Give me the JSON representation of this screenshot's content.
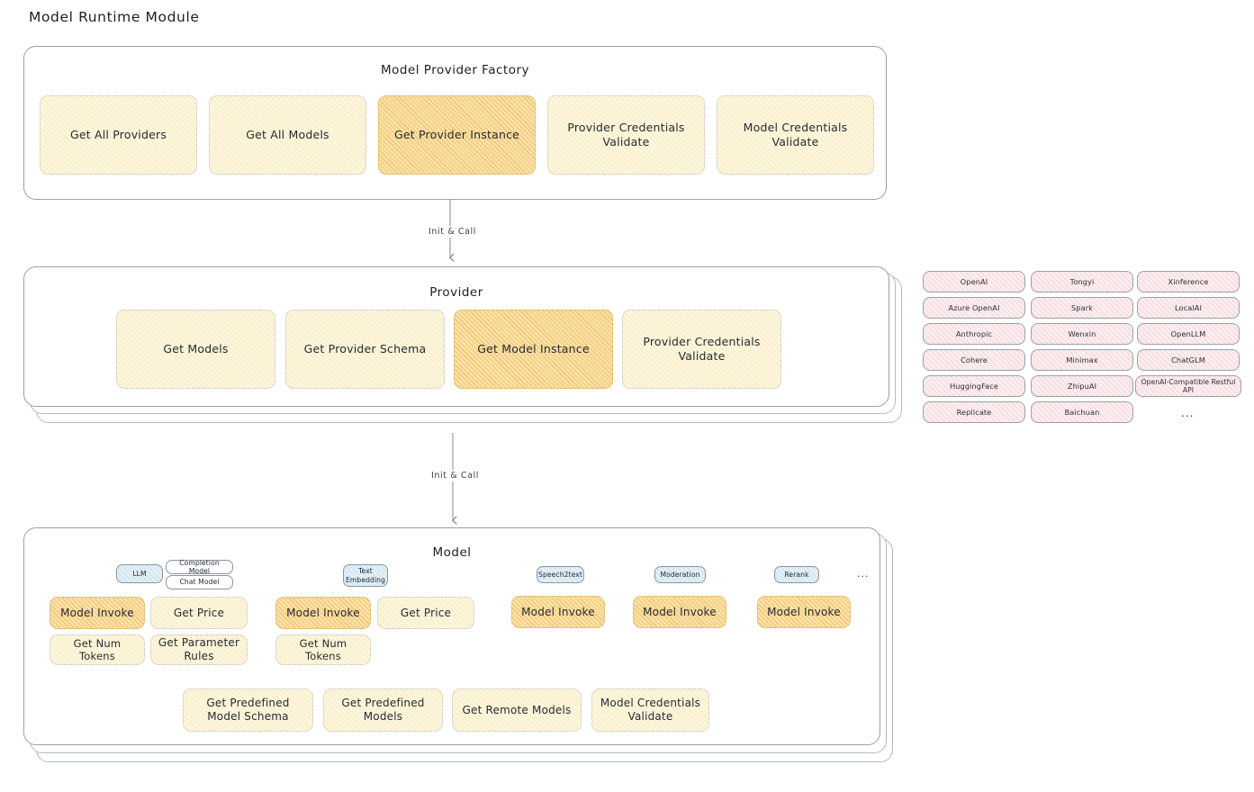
{
  "title": "Model Runtime Module",
  "arrows": [
    {
      "label": "Init & Call"
    },
    {
      "label": "Init & Call"
    }
  ],
  "factory": {
    "title": "Model Provider Factory",
    "nodes": [
      {
        "label": "Get All Providers",
        "highlight": false
      },
      {
        "label": "Get All Models",
        "highlight": false
      },
      {
        "label": "Get Provider Instance",
        "highlight": true
      },
      {
        "label": "Provider Credentials Validate",
        "highlight": false
      },
      {
        "label": "Model Credentials Validate",
        "highlight": false
      }
    ]
  },
  "provider": {
    "title": "Provider",
    "nodes": [
      {
        "label": "Get Models",
        "highlight": false
      },
      {
        "label": "Get Provider Schema",
        "highlight": false
      },
      {
        "label": "Get Model Instance",
        "highlight": true
      },
      {
        "label": "Provider Credentials Validate",
        "highlight": false
      }
    ]
  },
  "provider_list": {
    "columns": [
      [
        "OpenAI",
        "Azure OpenAI",
        "Anthropic",
        "Cohere",
        "HuggingFace",
        "Replicate"
      ],
      [
        "Tongyi",
        "Spark",
        "Wenxin",
        "Minimax",
        "ZhipuAI",
        "Baichuan"
      ],
      [
        "Xinference",
        "LocalAI",
        "OpenLLM",
        "ChatGLM",
        "OpenAI-Compatible Restful API"
      ]
    ],
    "more": "..."
  },
  "model": {
    "title": "Model",
    "more": "...",
    "types": [
      {
        "badge": "LLM",
        "sub_badges": [
          "Completion Model",
          "Chat Model"
        ],
        "ops": [
          "Model Invoke",
          "Get Price",
          "Get Num Tokens",
          "Get Parameter Rules"
        ]
      },
      {
        "badge": "Text Embedding",
        "sub_badges": [],
        "ops": [
          "Model Invoke",
          "Get Price",
          "Get Num Tokens"
        ]
      },
      {
        "badge": "Speech2text",
        "sub_badges": [],
        "ops": [
          "Model Invoke"
        ]
      },
      {
        "badge": "Moderation",
        "sub_badges": [],
        "ops": [
          "Model Invoke"
        ]
      },
      {
        "badge": "Rerank",
        "sub_badges": [],
        "ops": [
          "Model Invoke"
        ]
      }
    ],
    "common_ops": [
      "Get Predefined Model Schema",
      "Get Predefined Models",
      "Get Remote Models",
      "Model Credentials Validate"
    ]
  },
  "colors": {
    "cream": "#fdf6df",
    "amber": "#fbe2ab",
    "pink": "#fdeef0",
    "blue": "#e3f0f8",
    "stroke": "#9aa0aa",
    "text": "#1f2430"
  }
}
